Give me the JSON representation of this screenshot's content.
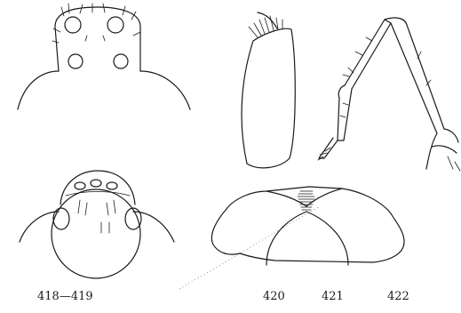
{
  "figure": {
    "labels": {
      "fig_418_419": "418—419",
      "fig_420": "420",
      "fig_421": "421",
      "fig_422": "422"
    }
  }
}
